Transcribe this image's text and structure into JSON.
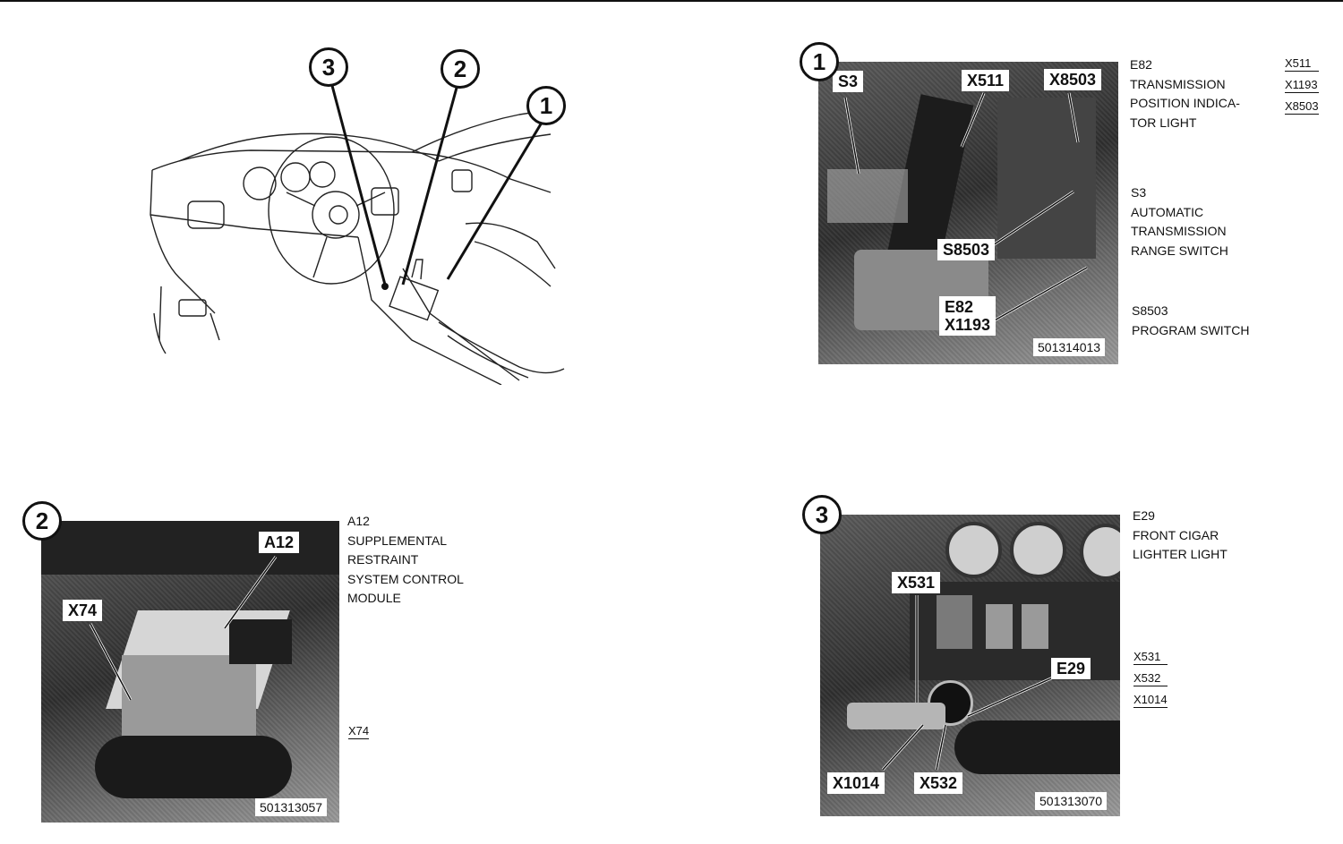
{
  "overview": {
    "markers": [
      "1",
      "2",
      "3"
    ]
  },
  "panels": [
    {
      "number": "1",
      "callouts": [
        "S3",
        "X511",
        "X8503",
        "S8503",
        "E82\nX1193"
      ],
      "photo_id": "501314013",
      "legend": [
        [
          "E82",
          "TRANSMISSION",
          "POSITION INDICA-",
          "TOR LIGHT"
        ],
        [
          "S3",
          "AUTOMATIC",
          "TRANSMISSION",
          "RANGE SWITCH"
        ],
        [
          "S8503",
          "PROGRAM SWITCH"
        ]
      ],
      "connectors": [
        "X511",
        "X1193",
        "X8503"
      ]
    },
    {
      "number": "2",
      "callouts": [
        "A12",
        "X74"
      ],
      "photo_id": "501313057",
      "legend": [
        [
          "A12",
          "SUPPLEMENTAL",
          "RESTRAINT",
          "SYSTEM CONTROL",
          "MODULE"
        ]
      ],
      "connectors": [
        "X74"
      ]
    },
    {
      "number": "3",
      "callouts": [
        "X531",
        "E29",
        "X1014",
        "X532"
      ],
      "photo_id": "501313070",
      "legend": [
        [
          "E29",
          "FRONT CIGAR",
          "LIGHTER LIGHT"
        ]
      ],
      "connectors": [
        "X531",
        "X532",
        "X1014"
      ]
    }
  ]
}
